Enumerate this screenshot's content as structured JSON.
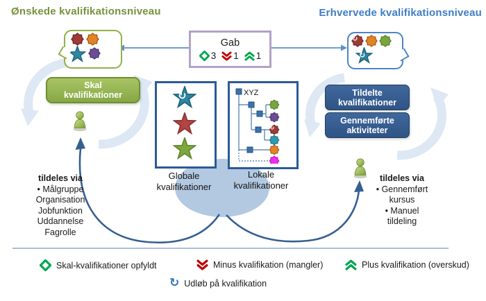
{
  "titles": {
    "left": "Ønskede kvalifikationsniveau",
    "right": "Erhvervede kvalifikationsniveau"
  },
  "gab": {
    "title": "Gab",
    "counts": [
      {
        "icon": "ok-diamond-icon",
        "value": "3"
      },
      {
        "icon": "minus-chevron-icon",
        "value": "1"
      },
      {
        "icon": "plus-chevron-icon",
        "value": "1"
      }
    ]
  },
  "skal_box": {
    "label": "Skal kvalifikationer"
  },
  "center": {
    "global_label": "Globale kvalifikationer",
    "local_label": "Lokale kvalifikationer",
    "tree_root": "XYZ"
  },
  "right_boxes": [
    {
      "label": "Tildelte kvalifikationer"
    },
    {
      "label": "Gennemførte aktiviteter"
    }
  ],
  "left_assign": {
    "title": "tildeles via",
    "items": [
      "•  Målgruppe",
      "Organisation",
      "Jobfunktion",
      "Uddannelse",
      "Fagrolle"
    ]
  },
  "right_assign": {
    "title": "tildeles via",
    "items": [
      "•  Gennemført kursus",
      "•  Manuel tildeling"
    ]
  },
  "legend": {
    "items": [
      {
        "icon": "ok-diamond-icon",
        "label": "Skal-kvalifikationer opfyldt"
      },
      {
        "icon": "minus-chevron-icon",
        "label": "Minus kvalifikation (mangler)"
      },
      {
        "icon": "plus-chevron-icon",
        "label": "Plus kvalifikation (overskud)"
      }
    ],
    "expiry": {
      "icon": "refresh-icon",
      "label": "Udløb på kvalifikation"
    }
  },
  "colors": {
    "green_title": "#76923c",
    "blue_title": "#3d7dc4",
    "ok_green": "#00a651",
    "minus_red": "#c00000",
    "dark_blue_box": "#376092",
    "skal_green": "#94b553",
    "ellipse_blue": "#b3c9e2",
    "connector_blue": "#365f91",
    "expiry_blue": "#2e74b5",
    "gab_border_purple": "#b3a2c7"
  }
}
